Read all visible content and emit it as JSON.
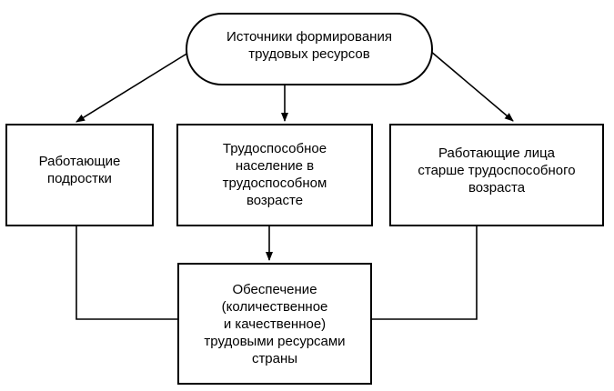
{
  "nodes": {
    "source": "Источники формирования\nтрудовых ресурсов",
    "teens": "Работающие\nподростки",
    "working_age": "Трудоспособное\nнаселение в\nтрудоспособном\nвозрасте",
    "elderly": "Работающие лица\nстарше трудоспособного\nвозраста",
    "provision": "Обеспечение\n(количественное\nи качественное)\nтрудовыми ресурсами\nстраны"
  }
}
